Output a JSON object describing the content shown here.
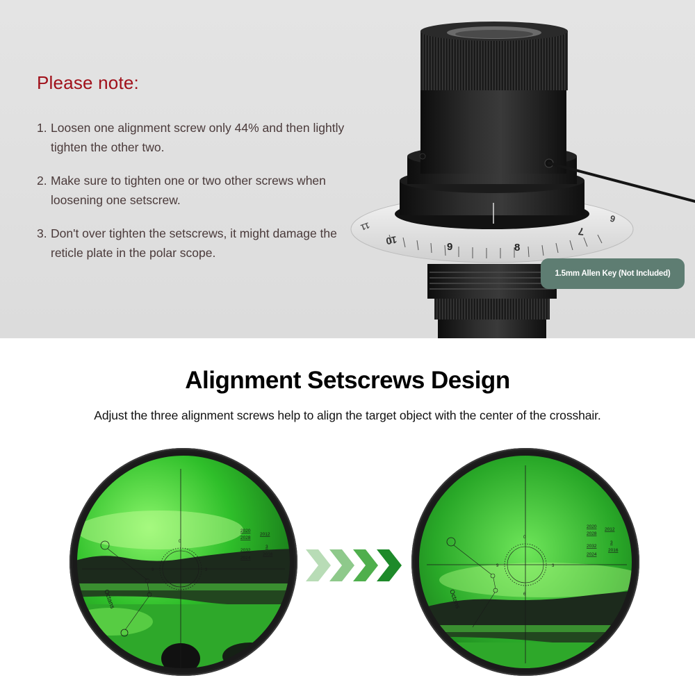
{
  "note": {
    "title": "Please note:",
    "items": [
      {
        "num": "1.",
        "text": "Loosen one alignment screw only 44% and then lightly tighten the other two."
      },
      {
        "num": "2.",
        "text": "Make sure to tighten one or two other screws when loosening one setscrew."
      },
      {
        "num": "3.",
        "text": "Don't over tighten the setscrews, it might damage the reticle plate in the polar scope."
      }
    ]
  },
  "product": {
    "callout": "1.5mm Allen Key (Not Included)",
    "dial_numbers": [
      "11",
      "10",
      "9",
      "8",
      "7",
      "6"
    ]
  },
  "section": {
    "title": "Alignment Setscrews Design",
    "subtitle": "Adjust the three alignment screws help to align the target object with the center of the crosshair."
  },
  "reticle": {
    "years": [
      "2020",
      "2012",
      "2028",
      "3",
      "2032",
      "2016",
      "2024"
    ],
    "clock": [
      "0",
      "3",
      "6",
      "9"
    ],
    "constellation": "Octans"
  },
  "colors": {
    "note_title": "#a0101a",
    "callout_bg": "#5e7d72",
    "arrow_green": "#1e8a2a"
  }
}
